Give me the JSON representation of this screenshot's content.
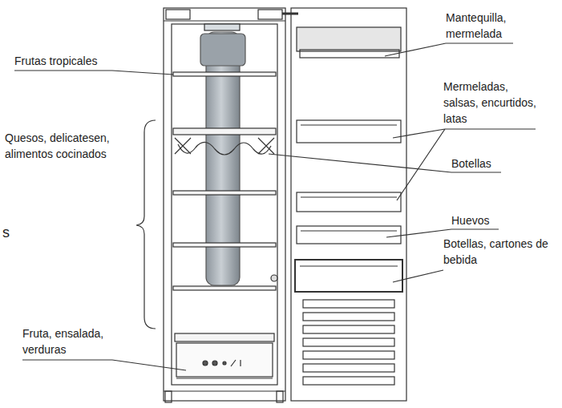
{
  "diagram": {
    "labels": [
      "Mantequilla, mermelada",
      "Frutas tropicales",
      "Mermeladas, salsas, encurtidos, latas",
      "Quesos, delicatesen, alimentos cocinados",
      "Botellas",
      "Huevos",
      "s",
      "Botellas, cartones de bebida",
      "Fruta, ensalada, verduras"
    ]
  }
}
